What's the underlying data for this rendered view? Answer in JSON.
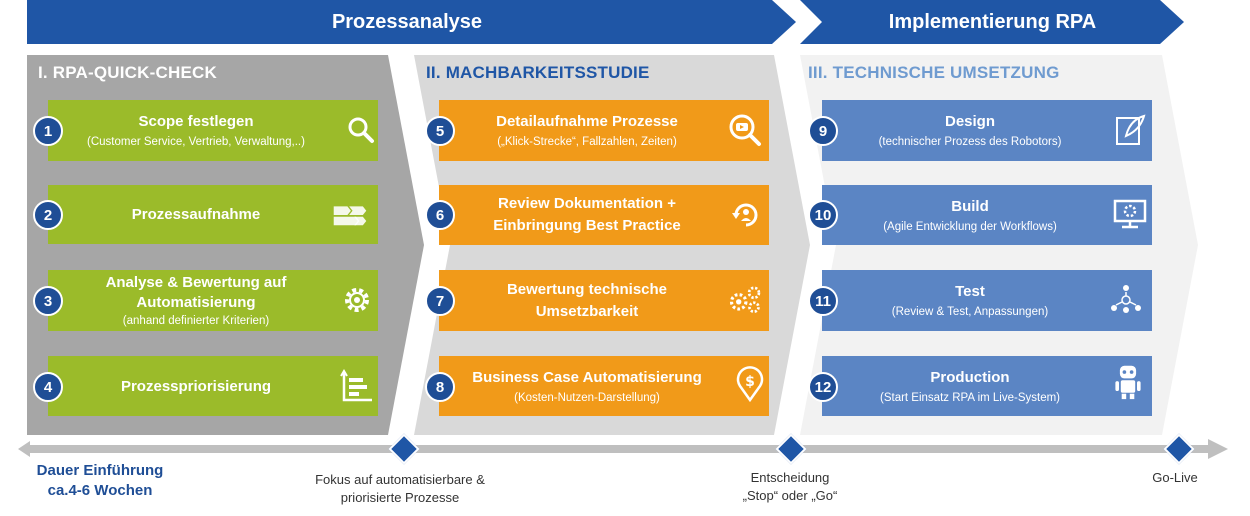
{
  "banner": {
    "left": "Prozessanalyse",
    "right": "Implementierung RPA"
  },
  "phases": [
    {
      "title": "I. RPA-QUICK-CHECK"
    },
    {
      "title": "II. MACHBARKEITSSTUDIE"
    },
    {
      "title": "III. TECHNISCHE UMSETZUNG"
    }
  ],
  "steps": [
    {
      "num": "1",
      "title": "Scope festlegen",
      "sub": "(Customer Service, Vertrieb, Verwaltung,..)",
      "icon": "search-icon"
    },
    {
      "num": "2",
      "title": "Prozessaufnahme",
      "sub": "",
      "icon": "process-flow-icon"
    },
    {
      "num": "3",
      "title": "Analyse & Bewertung auf Automatisierung",
      "sub": "(anhand definierter Kriterien)",
      "icon": "gear-icon"
    },
    {
      "num": "4",
      "title": "Prozesspriorisierung",
      "sub": "",
      "icon": "priority-chart-icon"
    },
    {
      "num": "5",
      "title": "Detailaufnahme Prozesse",
      "sub": "(„Klick-Strecke“, Fallzahlen, Zeiten)",
      "icon": "magnifier-detail-icon"
    },
    {
      "num": "6",
      "title": "Review Dokumentation + Einbringung Best Practice",
      "sub": "",
      "icon": "review-cycle-icon"
    },
    {
      "num": "7",
      "title": "Bewertung technische Umsetzbarkeit",
      "sub": "",
      "icon": "gears-icon"
    },
    {
      "num": "8",
      "title": "Business Case Automatisierung",
      "sub": "(Kosten-Nutzen-Darstellung)",
      "icon": "dollar-pin-icon"
    },
    {
      "num": "9",
      "title": "Design",
      "sub": "(technischer Prozess des Robotors)",
      "icon": "design-pen-icon"
    },
    {
      "num": "10",
      "title": "Build",
      "sub": "(Agile Entwicklung der Workflows)",
      "icon": "monitor-gear-icon"
    },
    {
      "num": "11",
      "title": "Test",
      "sub": "(Review & Test, Anpassungen)",
      "icon": "team-network-icon"
    },
    {
      "num": "12",
      "title": "Production",
      "sub": "(Start Einsatz RPA im Live-System)",
      "icon": "robot-icon"
    }
  ],
  "timeline": {
    "start_label_line1": "Dauer Einführung",
    "start_label_line2": "ca.4-6 Wochen",
    "m1_line1": "Fokus auf automatisierbare &",
    "m1_line2": "priorisierte Prozesse",
    "m2_line1": "Entscheidung",
    "m2_line2": "„Stop“ oder „Go“",
    "m3_line1": "Go-Live"
  },
  "colors": {
    "banner": "#1f56a6",
    "phase1": "#a6a6a6",
    "phase2": "#d9d9d9",
    "phase3": "#f2f2f2",
    "green": "#9bbb2a",
    "orange": "#f19a19",
    "blue": "#5b85c4",
    "number_badge": "#1f4e96"
  }
}
